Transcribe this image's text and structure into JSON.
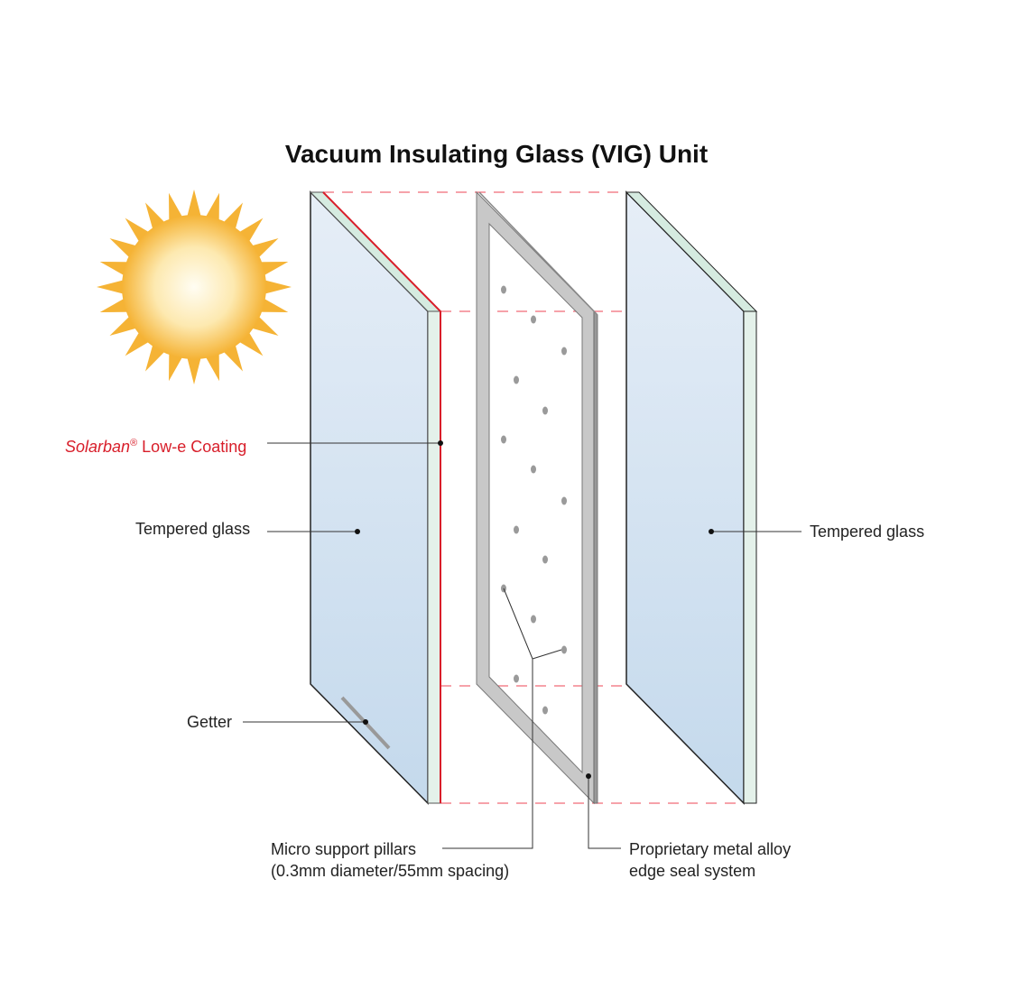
{
  "title": "Vacuum Insulating Glass (VIG) Unit",
  "labels": {
    "coating_brand": "Solarban",
    "coating_reg": "®",
    "coating_rest": " Low-e Coating",
    "tempered_left": "Tempered glass",
    "tempered_right": "Tempered glass",
    "getter": "Getter",
    "pillars_line1": "Micro support pillars",
    "pillars_line2": "(0.3mm diameter/55mm spacing)",
    "seal_line1": "Proprietary metal alloy",
    "seal_line2": "edge seal system"
  },
  "colors": {
    "coating": "#d81e2a",
    "glass": "#cfe0f0",
    "edge": "#cfe8dc",
    "frame": "#c8c8c8",
    "sun": "#f5b335"
  }
}
